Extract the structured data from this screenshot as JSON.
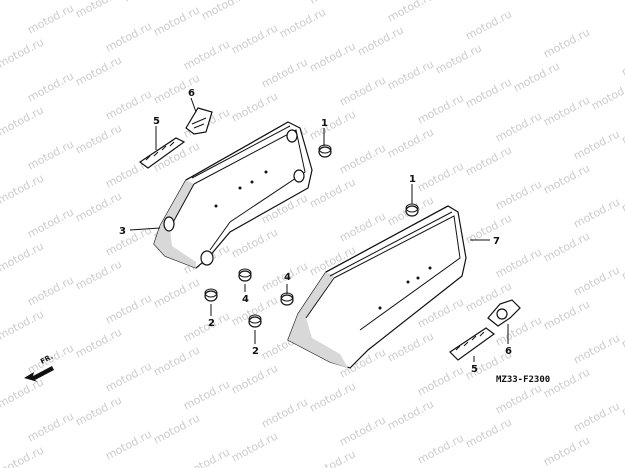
{
  "watermark": "motod.ru",
  "diagram_code": "MZ33-F2300",
  "front_arrow_label": "FR.",
  "callouts": [
    {
      "id": "c1a",
      "label": "1"
    },
    {
      "id": "c1b",
      "label": "1"
    },
    {
      "id": "c2a",
      "label": "2"
    },
    {
      "id": "c2b",
      "label": "2"
    },
    {
      "id": "c3",
      "label": "3"
    },
    {
      "id": "c4a",
      "label": "4"
    },
    {
      "id": "c4b",
      "label": "4"
    },
    {
      "id": "c5a",
      "label": "5"
    },
    {
      "id": "c5b",
      "label": "5"
    },
    {
      "id": "c6a",
      "label": "6"
    },
    {
      "id": "c6b",
      "label": "6"
    },
    {
      "id": "c7",
      "label": "7"
    }
  ]
}
